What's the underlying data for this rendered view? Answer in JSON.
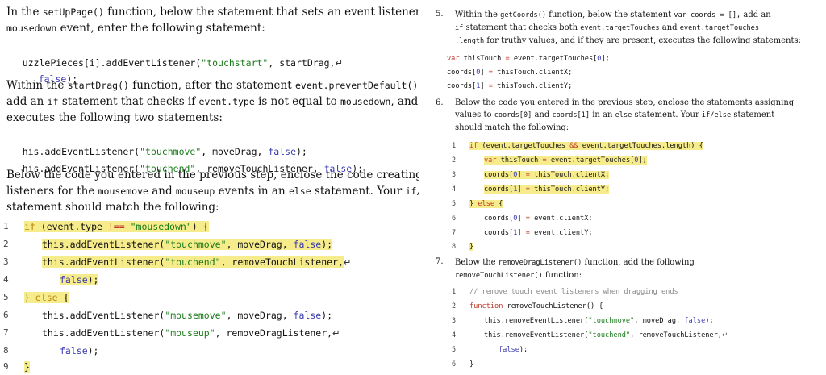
{
  "left": {
    "p1": {
      "a": "In the ",
      "code1": "setUpPage()",
      "b": " function, below the statement that sets an event listener for the",
      "code2": "mousedown",
      "c": " event, enter the following statement:"
    },
    "code1": {
      "line1": {
        "a": "uzzlePieces[i].addEventListener(",
        "str": "\"touchstart\"",
        "b": ", startDrag,"
      },
      "line2": {
        "bool": "false",
        "b": ");"
      }
    },
    "p2": {
      "a": "Within the ",
      "code1": "startDrag()",
      "b": " function, after the statement ",
      "code2": "event.preventDefault(),",
      "c": "add an ",
      "code3": "if",
      "d": " statement that checks if ",
      "code4": "event.type",
      "e": " is not equal to ",
      "code5": "mousedown",
      "f": ", and if so",
      "g": "executes the following two statements:"
    },
    "code2": {
      "line1": {
        "a": "his.addEventListener(",
        "str": "\"touchmove\"",
        "b": ", moveDrag, ",
        "bool": "false",
        "c": ");"
      },
      "line2": {
        "a": "his.addEventListener(",
        "str": "\"touchend\"",
        "b": ", removeTouchListener, ",
        "bool": "false",
        "c": ");"
      }
    },
    "p3": {
      "a": "Below the code you entered in the previous step, enclose the code creating event",
      "b": "listeners for the ",
      "code1": "mousemove",
      "c": " and ",
      "code2": "mouseup",
      "d": " events in an ",
      "code3": "else",
      "e": " statement. Your ",
      "code4": "if/else",
      "f": "statement should match the following:"
    },
    "listing": {
      "n1": "1",
      "n2": "2",
      "n3": "3",
      "n4": "4",
      "n5": "5",
      "n6": "6",
      "n7": "7",
      "n8": "8",
      "n9": "9",
      "l1": {
        "kw": "if",
        "a": " (event.type ",
        "op": "!==",
        "b": " ",
        "str": "\"mousedown\"",
        "c": ") {"
      },
      "l2": {
        "a": "this.addEventListener(",
        "str": "\"touchmove\"",
        "b": ", moveDrag, ",
        "bool": "false",
        "c": ");"
      },
      "l3": {
        "a": "this.addEventListener(",
        "str": "\"touchend\"",
        "b": ", removeTouchListener,"
      },
      "l4": {
        "bool": "false",
        "c": ");"
      },
      "l5": {
        "a": "} ",
        "kw": "else",
        "b": " {"
      },
      "l6": {
        "a": "this.addEventListener(",
        "str": "\"mousemove\"",
        "b": ", moveDrag, ",
        "bool": "false",
        "c": ");"
      },
      "l7": {
        "a": "this.addEventListener(",
        "str": "\"mouseup\"",
        "b": ", removeDragListener,"
      },
      "l8": {
        "bool": "false",
        "c": ");"
      },
      "l9": {
        "a": "}"
      }
    }
  },
  "right": {
    "step5": {
      "num": "5.",
      "a": "Within the ",
      "code1": "getCoords()",
      "b": " function, below the statement ",
      "code2": "var coords = [],",
      "c": " add an",
      "code3": "if",
      "d": " statement that checks both ",
      "code4": "event.targetTouches",
      "e": " and ",
      "code5": "event.targetTouches",
      "code6": ".length",
      "f": " for truthy values, and if they are present, executes the following statements:",
      "codeblock": {
        "l1": {
          "kw": "var",
          "a": " thisTouch ",
          "op": "=",
          "b": " event.targetTouches[",
          "num": "0",
          "c": "];"
        },
        "l2": {
          "a": "coords[",
          "num": "0",
          "b": "] ",
          "op": "=",
          "c": " thisTouch.clientX;"
        },
        "l3": {
          "a": "coords[",
          "num": "1",
          "b": "] ",
          "op": "=",
          "c": " thisTouch.clientY;"
        }
      }
    },
    "step6": {
      "num": "6.",
      "a": "Below the code you entered in the previous step, enclose the statements assigning",
      "b": "values to ",
      "code1": "coords[0]",
      "c": " and ",
      "code2": "coords[1]",
      "d": " in an ",
      "code3": "else",
      "e": " statement. Your ",
      "code4": "if/else",
      "f": " statement",
      "g": "should match the following:",
      "listing": {
        "n1": "1",
        "n2": "2",
        "n3": "3",
        "n4": "4",
        "n5": "5",
        "n6": "6",
        "n7": "7",
        "n8": "8",
        "l1": {
          "kw": "if",
          "a": " (event.targetTouches ",
          "op": "&&",
          "b": " event.targetTouches.length) {"
        },
        "l2": {
          "kw": "var",
          "a": " thisTouch ",
          "op": "=",
          "b": " event.targetTouches[",
          "num": "0",
          "c": "];"
        },
        "l3": {
          "a": "coords[",
          "num": "0",
          "b": "] ",
          "op": "=",
          "c": " thisTouch.clientX;"
        },
        "l4": {
          "a": "coords[",
          "num": "1",
          "b": "] ",
          "op": "=",
          "c": " thisTouch.clientY;"
        },
        "l5": {
          "a": "} ",
          "kw": "else",
          "b": " {"
        },
        "l6": {
          "a": "coords[",
          "num": "0",
          "b": "] ",
          "op": "=",
          "c": " event.clientX;"
        },
        "l7": {
          "a": "coords[",
          "num": "1",
          "b": "] ",
          "op": "=",
          "c": " event.clientY;"
        },
        "l8": {
          "a": "}"
        }
      }
    },
    "step7": {
      "num": "7.",
      "a": "Below the ",
      "code1": "removeDragListener()",
      "b": " function, add the following",
      "code2": "removeTouchListener()",
      "c": " function:",
      "listing": {
        "n1": "1",
        "n2": "2",
        "n3": "3",
        "n4": "4",
        "n5": "5",
        "n6": "6",
        "l1": {
          "cmt": "// remove touch event listeners when dragging ends"
        },
        "l2": {
          "kw": "function",
          "a": " removeTouchListener() {"
        },
        "l3": {
          "a": "this.removeEventListener(",
          "str": "\"touchmove\"",
          "b": ", moveDrag, ",
          "bool": "false",
          "c": ");"
        },
        "l4": {
          "a": "this.removeEventListener(",
          "str": "\"touchend\"",
          "b": ", removeTouchListener,"
        },
        "l5": {
          "bool": "false",
          "c": ");"
        },
        "l6": {
          "a": "}"
        }
      }
    }
  },
  "icons": {
    "return": "↵"
  },
  "colors": {
    "highlight": "#f6ec8c",
    "string": "#1a7a1a",
    "keyword": "#b8860b",
    "boolean": "#3b3bb0"
  }
}
